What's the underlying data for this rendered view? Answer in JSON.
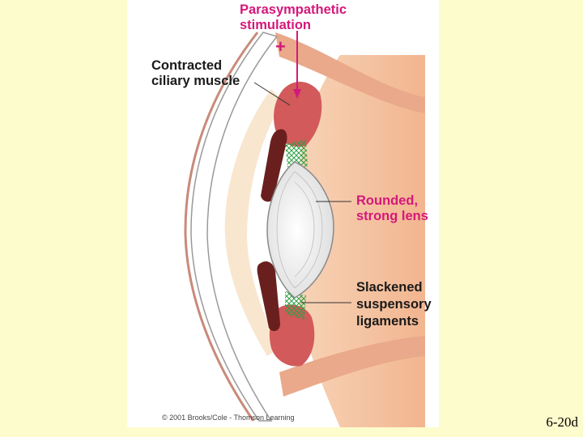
{
  "diagram": {
    "labels": {
      "stimulation_line1": "Parasympathetic",
      "stimulation_line2": "stimulation",
      "plus_sign": "+",
      "muscle_line1": "Contracted",
      "muscle_line2": "ciliary muscle",
      "lens_line1": "Rounded,",
      "lens_line2": "strong lens",
      "ligament_line1": "Slackened",
      "ligament_line2": "suspensory",
      "ligament_line3": "ligaments"
    },
    "colors": {
      "background": "#fdfccc",
      "stimulation": "#d4187a",
      "muscle": "#d25a5a",
      "iris": "#6a1f1f",
      "ligaments": "#2ea043",
      "lens": "#f0f0f0",
      "eyeball": "#f5c9a8"
    },
    "copyright": "© 2001 Brooks/Cole - Thomson Learning"
  },
  "slide": {
    "number": "6-20d"
  }
}
